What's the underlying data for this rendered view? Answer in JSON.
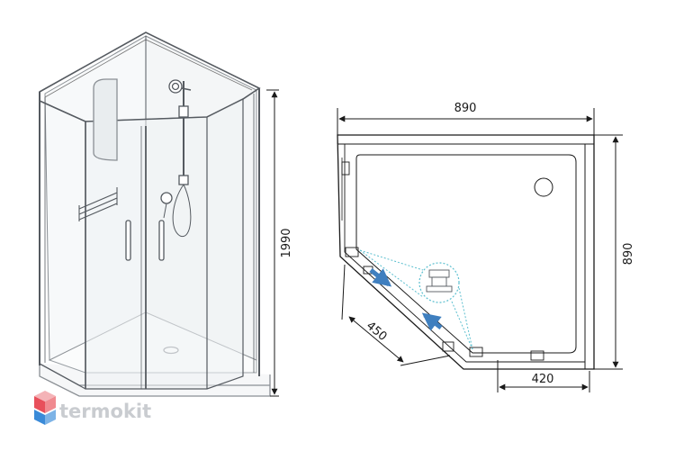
{
  "dimensions": {
    "height": "1990",
    "width_top": "890",
    "depth_side": "890",
    "diagonal": "450",
    "bottom_straight": "420"
  },
  "brand": {
    "name": "termokit"
  },
  "colors": {
    "line": "#1a1a1a",
    "frame": "#555a60",
    "glass": "#eef2f4",
    "arrow": "#3f7fbf",
    "callout": "#5bbfcf",
    "logo_gray": "#c9ccd0",
    "logo_red": "#e8505b",
    "logo_blue": "#3a8ad8"
  }
}
